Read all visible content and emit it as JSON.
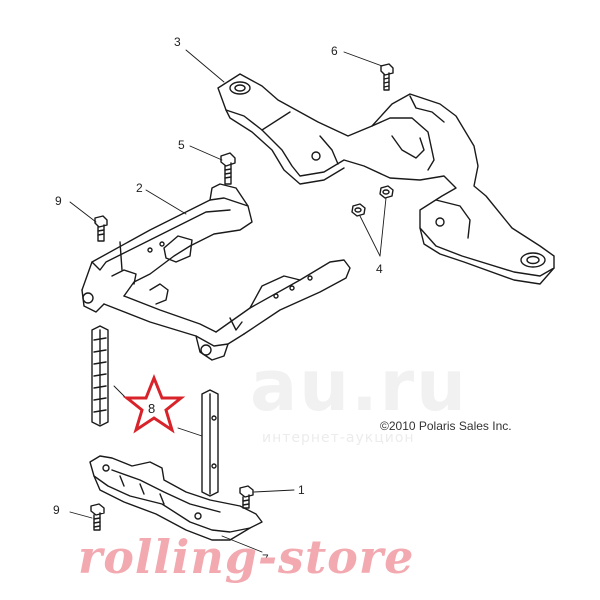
{
  "callouts": {
    "c1": "1",
    "c2": "2",
    "c3": "3",
    "c4": "4",
    "c5": "5",
    "c6": "6",
    "c7": "7",
    "c8": "8",
    "c9a": "9",
    "c9b": "9"
  },
  "copyright": "©2010 Polaris Sales Inc.",
  "watermark": {
    "main": "au.ru",
    "sub": "интернет-аукцион"
  },
  "store_name": "rolling-store",
  "colors": {
    "line_art": "#1a1a1a",
    "highlight_star": "#d8232a",
    "store_text": "#f2a9b0",
    "watermark": "#eeeeee"
  }
}
